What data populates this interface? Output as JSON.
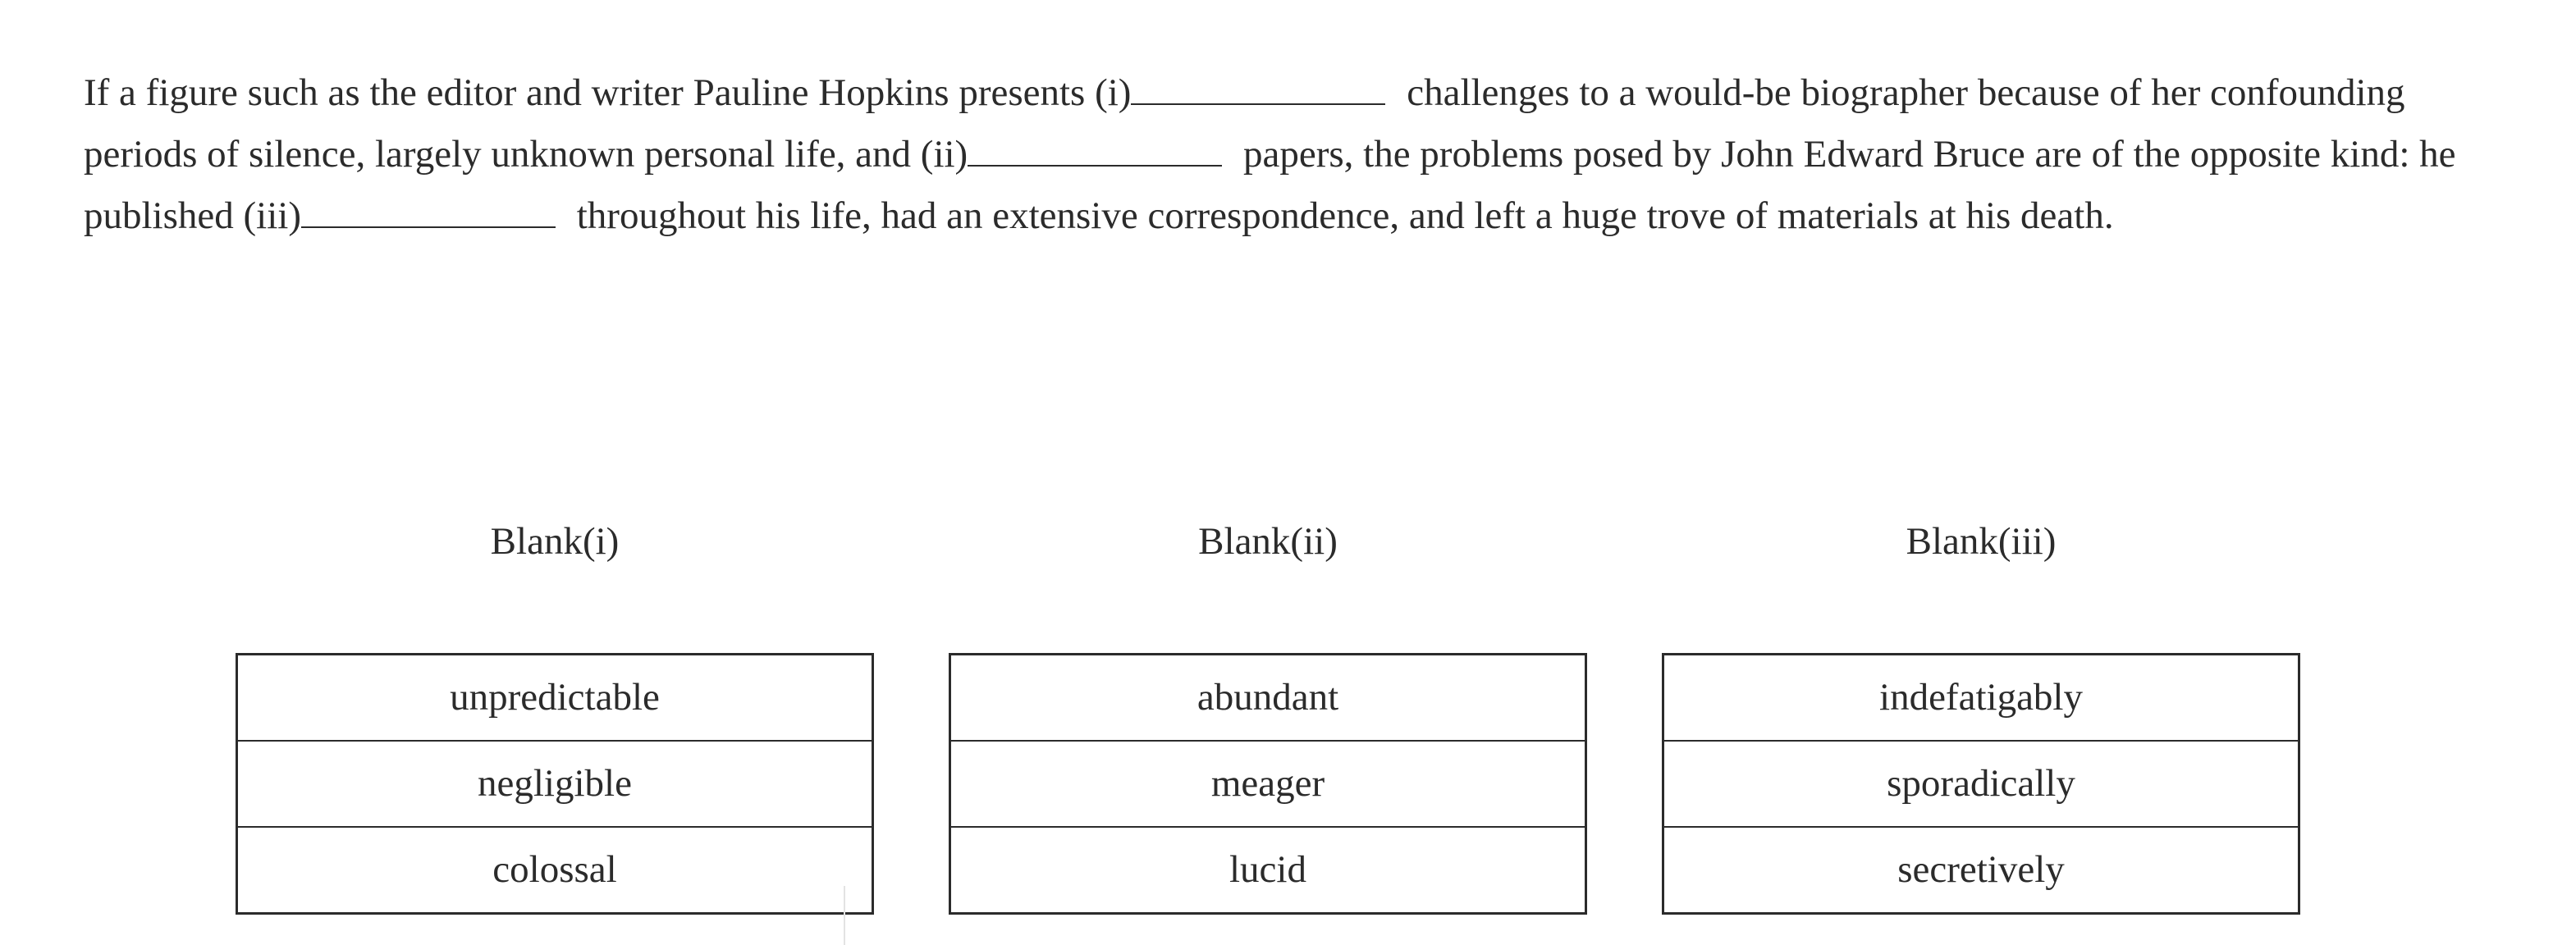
{
  "passage": {
    "part1": "If a figure such as the editor and writer Pauline Hopkins presents (i)",
    "part2": " challenges to a would-be biographer because of her confounding periods of silence, largely unknown personal life, and (ii)",
    "part3": " papers, the problems posed by John Edward Bruce are of the opposite kind: he published (iii)",
    "part4": " throughout his life, had an extensive correspondence, and left a huge trove of materials at his death."
  },
  "blanks": [
    {
      "heading": "Blank(i)",
      "options": [
        "unpredictable",
        "negligible",
        "colossal"
      ]
    },
    {
      "heading": "Blank(ii)",
      "options": [
        "abundant",
        "meager",
        "lucid"
      ]
    },
    {
      "heading": "Blank(iii)",
      "options": [
        "indefatigably",
        "sporadically",
        "secretively"
      ]
    }
  ]
}
